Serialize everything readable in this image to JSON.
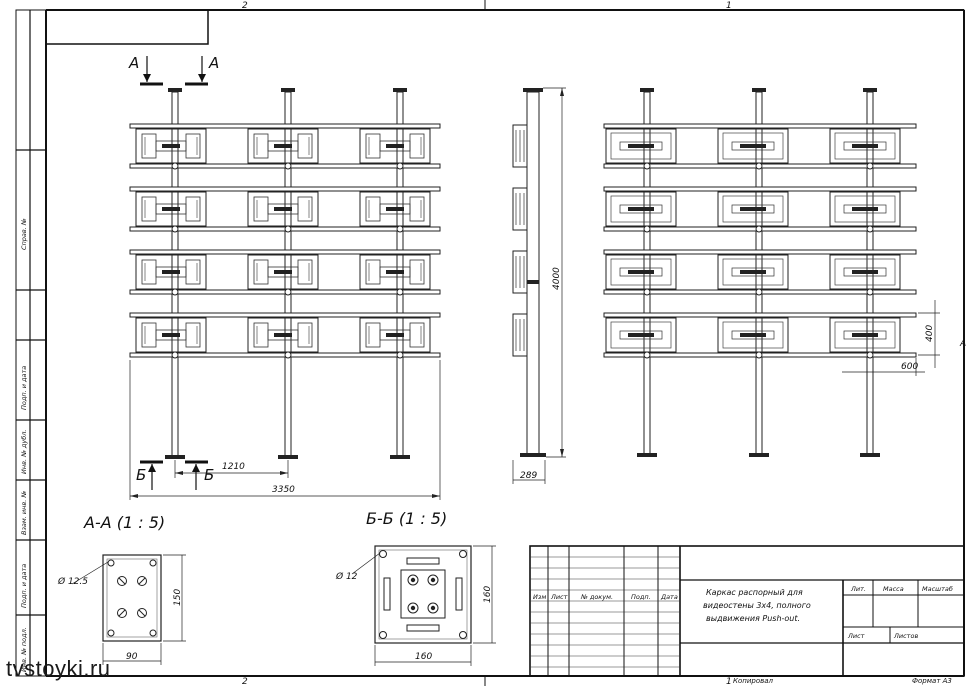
{
  "zones": {
    "top": [
      "2",
      "1"
    ],
    "bottom": [
      "2",
      "1"
    ],
    "right": [
      "A"
    ]
  },
  "margin": {
    "sprav_no": "Справ. №",
    "podp_data_1": "Подп. и дата",
    "inv_dubl": "Инв. № дубл.",
    "vzam_inv": "Взам. инв. №",
    "podp_data_2": "Подп. и дата",
    "inv_podl": "Инв. № подл."
  },
  "section_marks": {
    "a": "А",
    "b": "Б"
  },
  "dimensions": {
    "width_total": "3350",
    "pitch": "1210",
    "height": "4000",
    "depth": "289",
    "row_height": "400",
    "col_width": "600"
  },
  "section_a": {
    "title": "А-А (1 : 5)",
    "hole": "Ø 12.5",
    "height": "150",
    "width": "90"
  },
  "section_b": {
    "title": "Б-Б (1 : 5)",
    "hole": "Ø 12",
    "height": "160",
    "width": "160"
  },
  "title_block": {
    "headers": [
      "Изм",
      "Лист",
      "№ докум.",
      "Подп.",
      "Дата"
    ],
    "description": [
      "Каркас распорный для",
      "видеостены 3х4, полного",
      "выдвижения Push-out."
    ],
    "lit": "Лит.",
    "massa": "Масса",
    "masshtab": "Масштаб",
    "list": "Лист",
    "listov": "Листов"
  },
  "footer": {
    "kopiroval": "Копировал",
    "format": "Формат А3"
  },
  "watermark": "tvstoyki.ru"
}
